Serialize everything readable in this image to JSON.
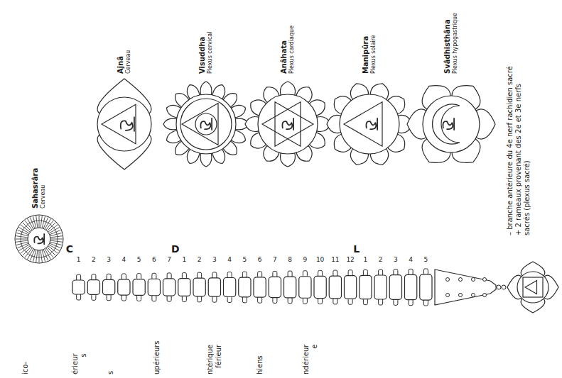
{
  "diagram": {
    "nodes": [
      {
        "text": [
          "Ajnâ",
          "Cerveau"
        ]
      },
      {
        "text": [
          "Visuddha",
          "Plexus cervical"
        ]
      },
      {
        "text": [
          "Anâhata",
          "Plexus cardiaque"
        ]
      },
      {
        "text": [
          "Manipûra",
          "Plexus solaire"
        ]
      },
      {
        "text": [
          "Svâdhisthâna",
          "Plexus hypogastrique"
        ]
      },
      {
        "text": [
          "Sahasrâra",
          "Cerveau"
        ]
      }
    ],
    "labels": [
      "C",
      "1",
      "2",
      "3",
      "4",
      "5",
      "6",
      "7",
      "D",
      "1",
      "2",
      "3",
      "4",
      "5",
      "6",
      "7",
      "8",
      "9",
      "10",
      "11",
      "12",
      "L",
      "1",
      "2",
      "3",
      "4",
      "5",
      "– branche antérieure du 4e nerf rachidien sacré + 2 rameaux provenant des 2e et 3e nerfs sacrés (plexus sacré)",
      "ico-",
      "érieur s",
      "s",
      "upérieurs",
      "ntérique férieur",
      "hiens",
      "ndérieur e"
    ]
  }
}
